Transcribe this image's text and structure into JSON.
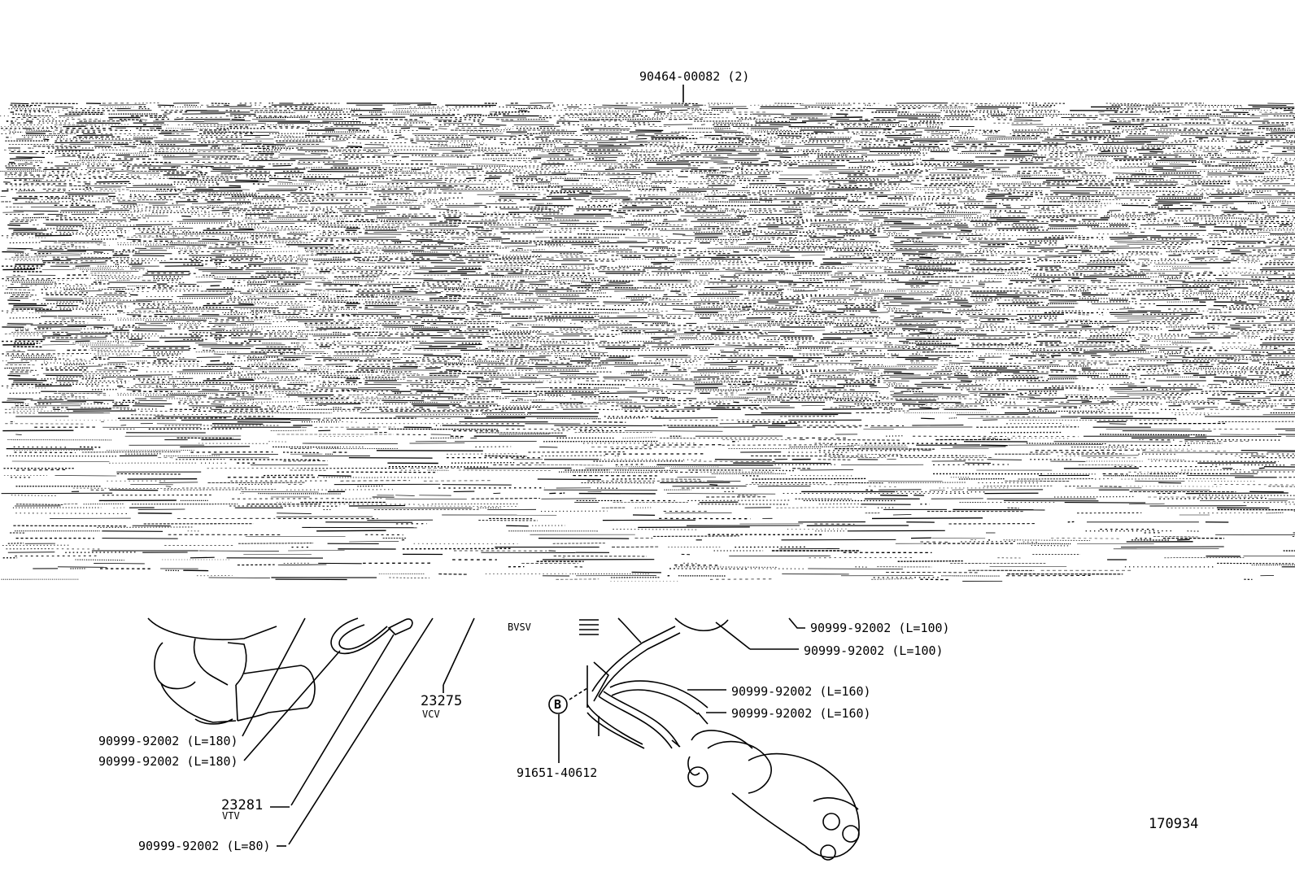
{
  "diagram": {
    "top_callout": "90464-00082 (2)",
    "partial_label": "BVSV",
    "labels": {
      "hose_100_a": "90999-92002  (L=100)",
      "hose_100_b": "90999-92002  (L=100)",
      "hose_160_a": "90999-92002  (L=160)",
      "hose_160_b": "90999-92002  (L=160)",
      "hose_180_a": "90999-92002 (L=180)",
      "hose_180_b": "90999-92002 (L=180)",
      "hose_80": "90999-92002 (L=80)",
      "vcv_number": "23275",
      "vcv_name": "VCV",
      "vtv_number": "23281",
      "vtv_name": "VTV",
      "bracket": "91651-40612",
      "ref_b": "B",
      "figure_number": "170934"
    },
    "corrupted_band": true
  }
}
